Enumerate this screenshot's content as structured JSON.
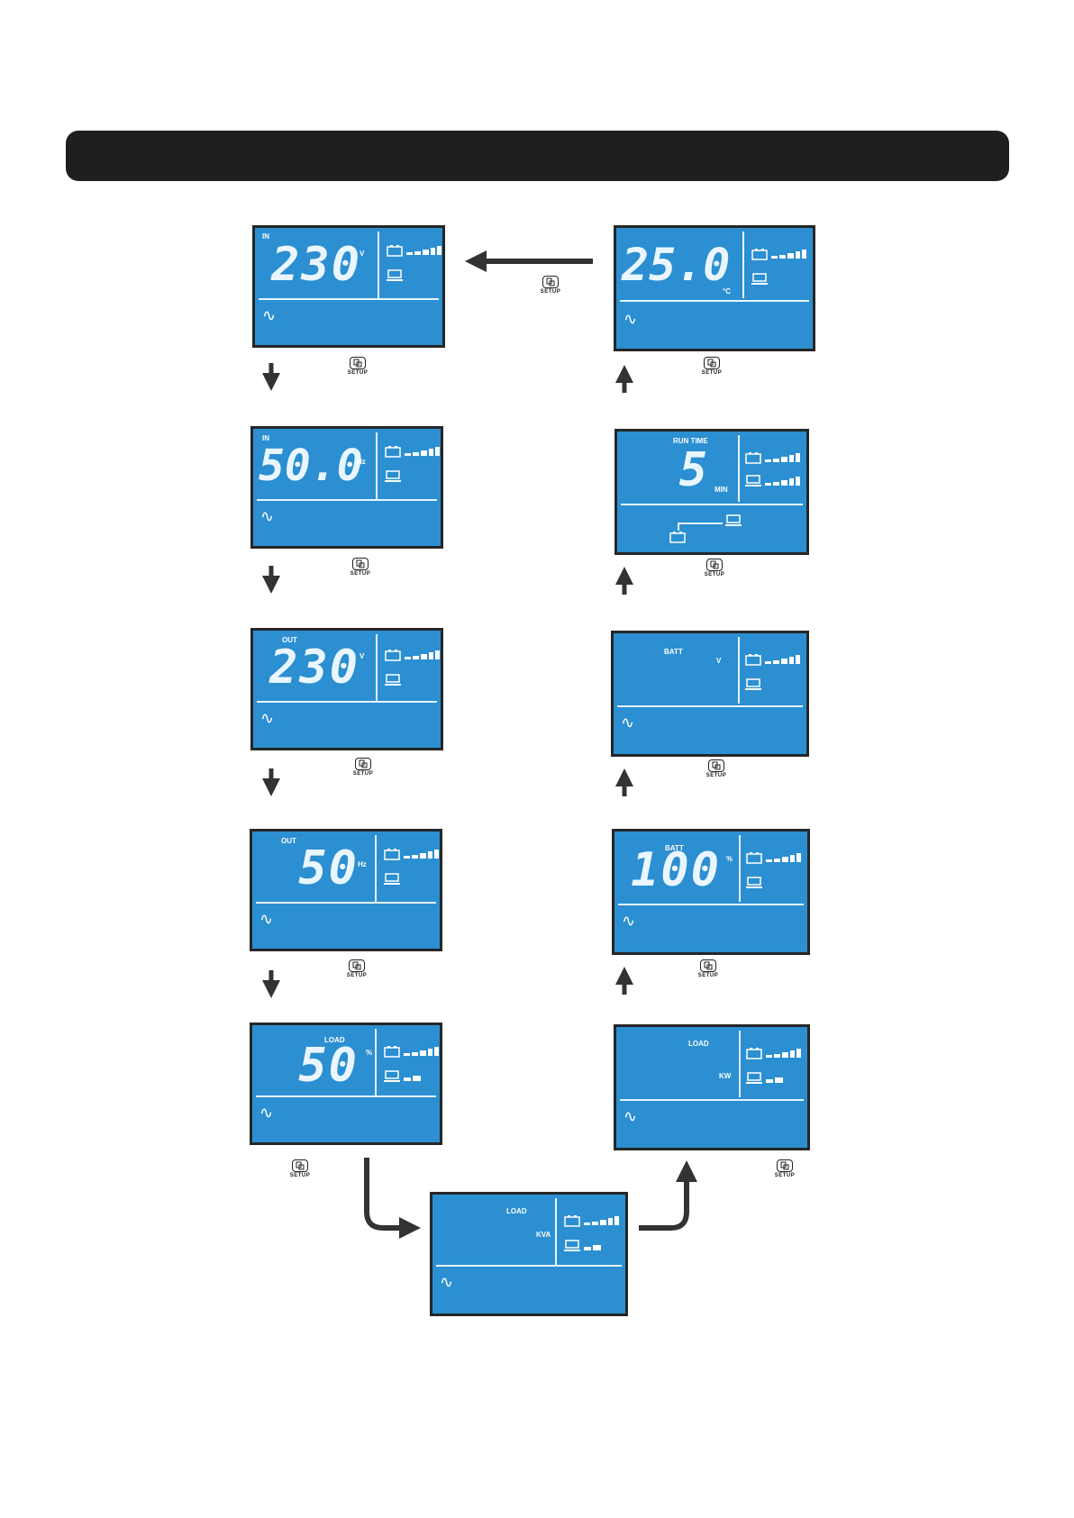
{
  "setup_label": "SETUP",
  "screens": {
    "in_voltage": {
      "label": "IN",
      "value": "230",
      "unit": "V"
    },
    "in_freq": {
      "label": "IN",
      "value": "50.0",
      "unit": "Hz"
    },
    "out_voltage": {
      "label": "OUT",
      "value": "230",
      "unit": "V"
    },
    "out_freq": {
      "label": "OUT",
      "value": "50",
      "unit": "Hz"
    },
    "load_percent": {
      "label": "LOAD",
      "value": "50",
      "unit": "%"
    },
    "load_kva": {
      "label": "LOAD",
      "value": "",
      "unit": "KVA"
    },
    "load_kw": {
      "label": "LOAD",
      "value": "",
      "unit": "KW"
    },
    "batt_percent": {
      "label": "BATT",
      "value": "100",
      "unit": "%"
    },
    "batt_voltage": {
      "label": "BATT",
      "value": "",
      "unit": "V"
    },
    "run_time": {
      "label": "RUN TIME",
      "value": "5",
      "unit": "MIN"
    },
    "temperature": {
      "label": "",
      "value": "25.0",
      "unit": "°C"
    }
  }
}
